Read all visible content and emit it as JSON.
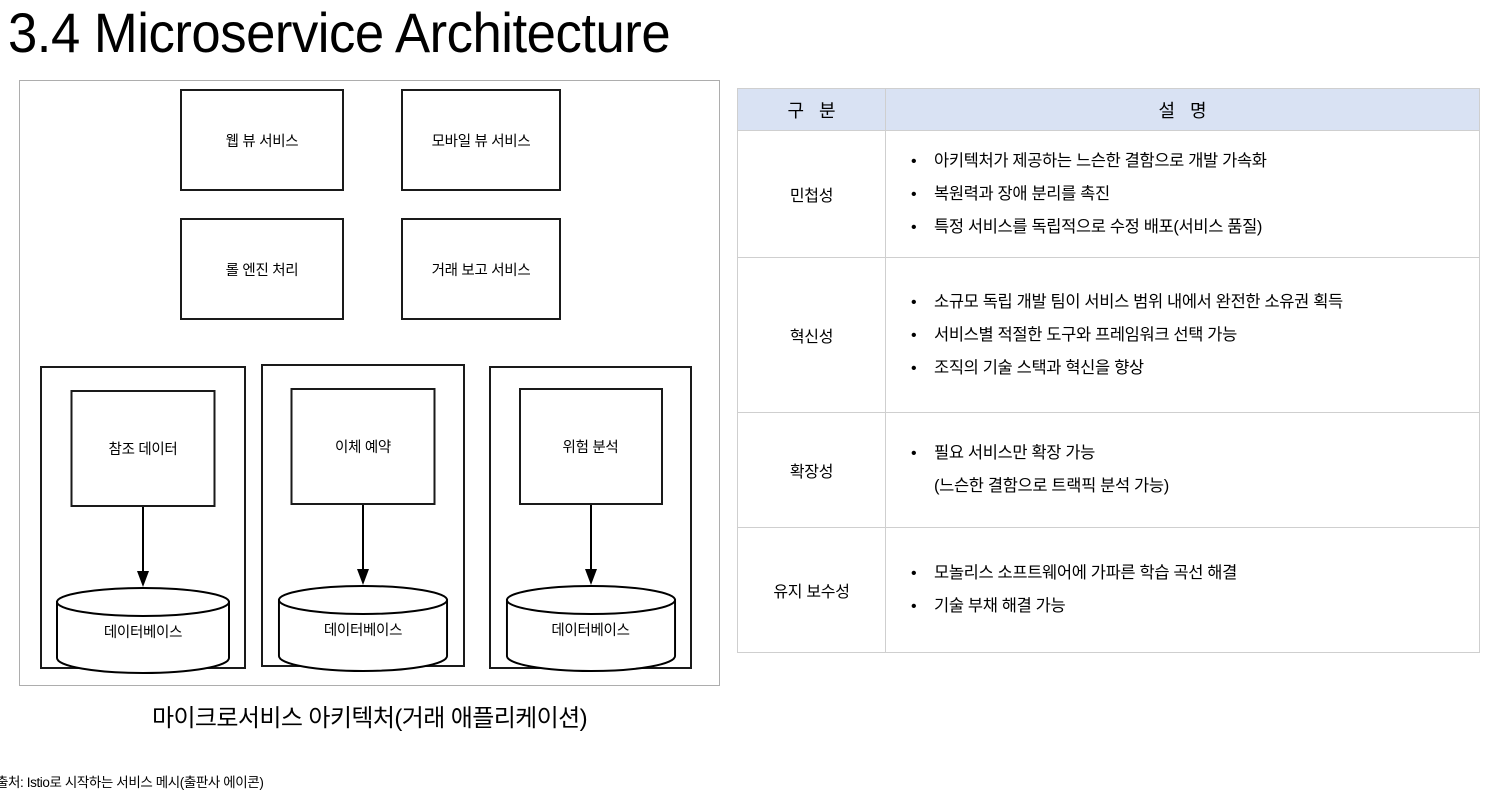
{
  "slide": {
    "title": "3.4 Microservice Architecture"
  },
  "diagram": {
    "caption": "마이크로서비스 아키텍처(거래 애플리케이션)",
    "source_note": "출처: Istio로 시작하는 서비스 메시(출판사 에이콘)",
    "service_boxes": [
      {
        "id": "web-view-service",
        "label": "웹 뷰 서비스"
      },
      {
        "id": "mobile-view-service",
        "label": "모바일 뷰 서비스"
      },
      {
        "id": "rule-engine-processing",
        "label": "롤 엔진 처리"
      },
      {
        "id": "trade-report-service",
        "label": "거래 보고 서비스"
      }
    ],
    "service_groups": [
      {
        "id": "reference-data",
        "label": "참조 데이터",
        "database_label": "데이터베이스"
      },
      {
        "id": "transfer-reservation",
        "label": "이체 예약",
        "database_label": "데이터베이스"
      },
      {
        "id": "risk-analysis",
        "label": "위험 분석",
        "database_label": "데이터베이스"
      }
    ],
    "colors": {
      "panel_border": "#adadad",
      "box_border": "#1a1a1a",
      "arrow": "#000000"
    }
  },
  "table": {
    "headers": {
      "category": "구 분",
      "description": "설 명"
    },
    "header_fill": "#d9e2f3",
    "border_color": "#cfcfcf",
    "rows": [
      {
        "category": "민첩성",
        "bullets": [
          {
            "text": "아키텍처가 제공하는 느슨한 결함으로 개발 가속화",
            "continuation": ""
          },
          {
            "text": "복원력과 장애 분리를 촉진",
            "continuation": ""
          },
          {
            "text": "특정 서비스를 독립적으로 수정 배포(서비스 품질)",
            "continuation": ""
          }
        ]
      },
      {
        "category": "혁신성",
        "bullets": [
          {
            "text": "소규모 독립 개발 팀이 서비스 범위 내에서 완전한 소유권 획득",
            "continuation": ""
          },
          {
            "text": "서비스별 적절한 도구와 프레임워크 선택 가능",
            "continuation": ""
          },
          {
            "text": "조직의 기술 스택과 혁신을 향상",
            "continuation": ""
          }
        ]
      },
      {
        "category": "확장성",
        "bullets": [
          {
            "text": "필요 서비스만 확장 가능",
            "continuation": "(느슨한 결함으로 트랙픽 분석 가능)"
          }
        ]
      },
      {
        "category": "유지 보수성",
        "bullets": [
          {
            "text": "모놀리스 소프트웨어에 가파른 학습 곡선 해결",
            "continuation": ""
          },
          {
            "text": "기술 부채 해결 가능",
            "continuation": ""
          }
        ]
      }
    ],
    "bullet_glyph": "•"
  }
}
